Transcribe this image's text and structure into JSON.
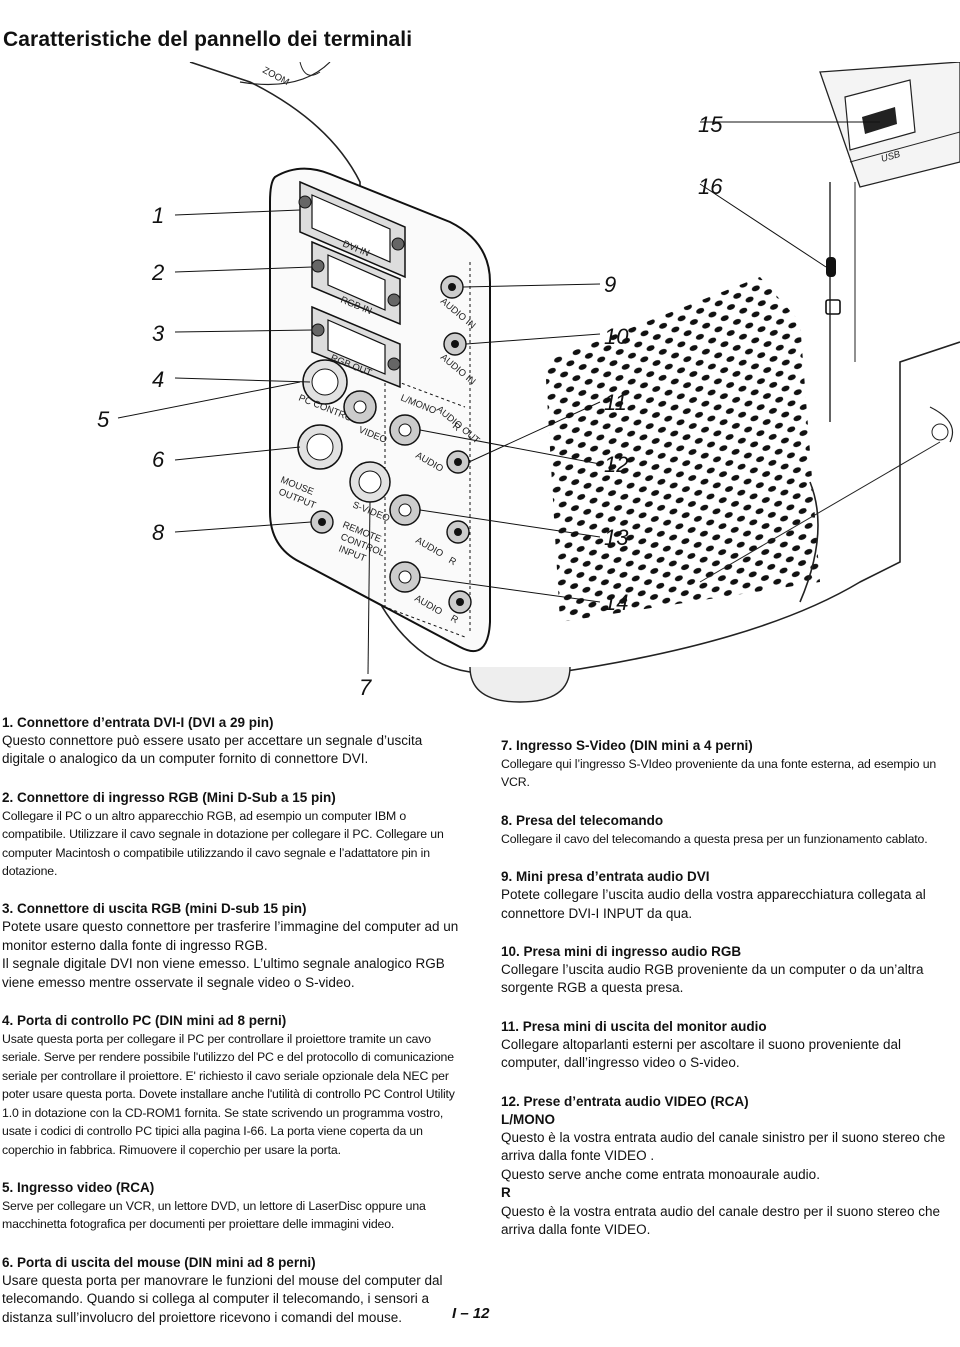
{
  "title": "Caratteristiche del pannello dei terminali",
  "diagram": {
    "callouts": [
      "1",
      "2",
      "3",
      "4",
      "5",
      "6",
      "7",
      "8",
      "9",
      "10",
      "11",
      "12",
      "13",
      "14",
      "15",
      "16"
    ],
    "panel_labels": {
      "zoom": "ZOOM",
      "usb": "USB",
      "dvi_in": "DVI IN",
      "rgb_in": "RGB IN",
      "rgb_out": "RGB OUT",
      "pc_control": "PC CONTROL",
      "video": "VIDEO",
      "l_mono": "L/MONO",
      "audio_in_1": "AUDIO IN",
      "audio_in_2": "AUDIO IN",
      "audio_out": "AUDIO OUT",
      "audio_1": "AUDIO",
      "audio_2": "AUDIO",
      "audio_3": "AUDIO",
      "mouse_output": [
        "MOUSE",
        "OUTPUT"
      ],
      "s_video": "S-VIDEO",
      "remote_control_input": [
        "REMOTE",
        "CONTROL",
        "INPUT"
      ],
      "r_1": "R",
      "r_2": "R",
      "r_3": "R"
    }
  },
  "left_items": [
    {
      "heading": "1. Connettore d’entrata DVI-I (DVI a 29 pin)",
      "body": "Questo connettore può essere usato per accettare un segnale d’uscita digitale o analogico da un computer fornito di connettore DVI."
    },
    {
      "heading": "2. Connettore di ingresso RGB (Mini D-Sub a 15 pin)",
      "body": "Collegare il PC o un altro apparecchio RGB, ad esempio un computer IBM o compatibile. Utilizzare il cavo segnale in dotazione per collegare il PC. Collegare un computer Macintosh o compatibile utilizzando il cavo segnale e l’adattatore pin in dotazione."
    },
    {
      "heading": "3. Connettore di uscita RGB (mini D-sub 15 pin)",
      "body": "Potete usare questo connettore per trasferire l’immagine del computer ad un monitor esterno dalla fonte di ingresso RGB.",
      "body2": "Il segnale digitale DVI non viene emesso. L’ultimo segnale analogico RGB viene emesso mentre osservate il segnale video o S-video."
    },
    {
      "heading": "4. Porta di controllo PC (DIN mini ad 8 perni)",
      "body": "Usate questa porta per collegare il PC per controllare il proiettore tramite un cavo seriale. Serve per rendere possibile l'utilizzo del PC e del protocollo di comunicazione seriale per controllare il proiettore. E' richiesto il cavo seriale opzionale dela NEC per poter usare questa porta. Dovete installare anche l'utilità di controllo PC Control Utility 1.0 in dotazione con la CD-ROM1 fornita. Se state scrivendo un programma vostro, usate i codici di controllo PC tipici alla pagina I-66. La porta viene coperta da un coperchio in fabbrica. Rimuovere il coperchio per usare la porta."
    },
    {
      "heading": "5. Ingresso video (RCA)",
      "body": "Serve per collegare un VCR, un lettore DVD, un lettore di LaserDisc oppure una macchinetta fotografica per documenti per proiettare delle immagini video."
    },
    {
      "heading": "6. Porta di uscita del mouse (DIN mini ad 8 perni)",
      "body": "Usare questa porta per manovrare le funzioni del mouse del computer dal telecomando. Quando si collega al computer il telecomando, i sensori a distanza sull’involucro del proiettore ricevono i comandi del mouse."
    }
  ],
  "right_items": [
    {
      "heading": "7. Ingresso S-Video (DIN mini a 4 perni)",
      "body": "Collegare qui l’ingresso S-VIdeo proveniente da una fonte esterna, ad esempio un VCR."
    },
    {
      "heading": "8. Presa del telecomando",
      "body": "Collegare il cavo del telecomando a questa presa per un funzionamento cablato."
    },
    {
      "heading": "9. Mini presa d’entrata audio DVI",
      "body": "Potete collegare l’uscita audio della vostra apparecchiatura collegata al connettore DVI-I INPUT da qua."
    },
    {
      "heading": "10. Presa mini di ingresso audio RGB",
      "body": "Collegare l’uscita audio RGB proveniente da un computer o da un’altra sorgente RGB a questa presa."
    },
    {
      "heading": "11. Presa mini di uscita del monitor audio",
      "body": "Collegare altoparlanti esterni per ascoltare il suono proveniente dal computer, dall’ingresso video o S-video."
    },
    {
      "heading": "12. Prese d’entrata audio VIDEO  (RCA)",
      "sub1": "L/MONO",
      "body1": "Questo è la vostra entrata audio del canale sinistro per il suono stereo che arriva dalla fonte  VIDEO .",
      "body1b": "Questo serve anche come entrata monoaurale audio.",
      "sub2": "R",
      "body2": "Questo è la vostra entrata audio del canale destro per il suono stereo che arriva dalla fonte  VIDEO."
    }
  ],
  "page_number": "I – 12"
}
